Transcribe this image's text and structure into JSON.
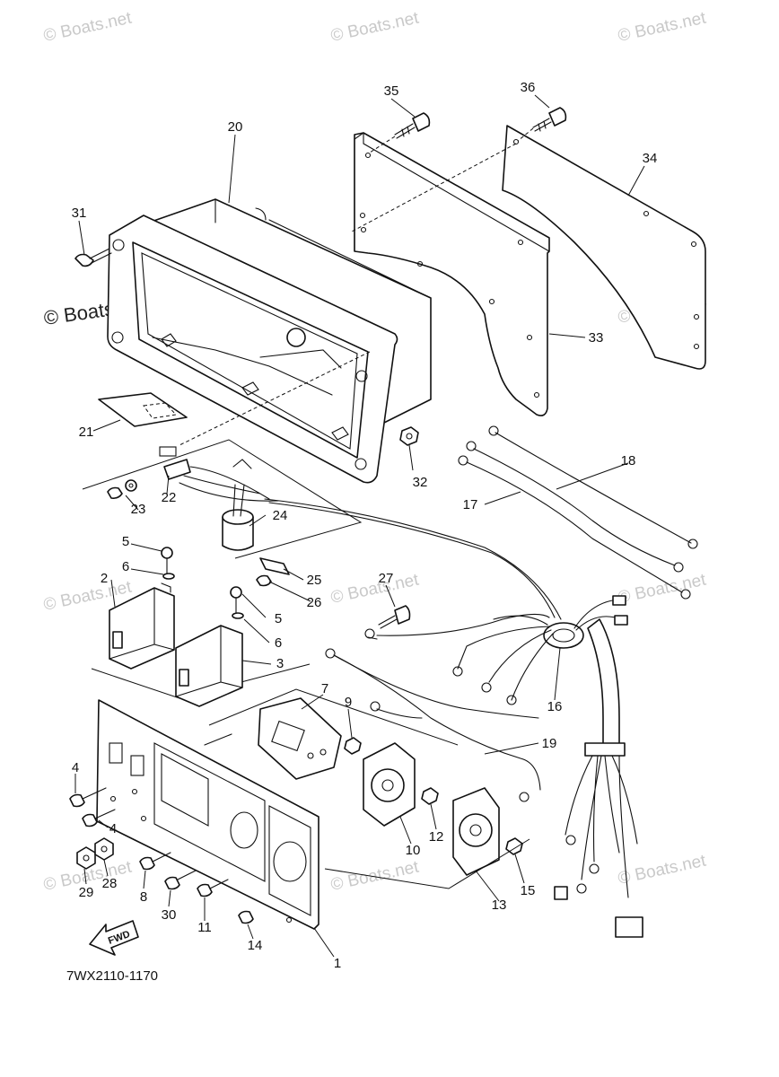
{
  "watermark": {
    "text": "© Boats.net",
    "color": "#c9c9c9",
    "primary_color": "#222222"
  },
  "diagram_code": "7WX2110-1170",
  "fwd_label": "FWD",
  "callouts": [
    "20",
    "35",
    "36",
    "34",
    "31",
    "33",
    "21",
    "22",
    "23",
    "32",
    "24",
    "18",
    "17",
    "5",
    "6",
    "25",
    "2",
    "26",
    "27",
    "5",
    "6",
    "3",
    "16",
    "7",
    "9",
    "19",
    "4",
    "4",
    "10",
    "12",
    "13",
    "15",
    "29",
    "28",
    "8",
    "30",
    "11",
    "14",
    "1"
  ]
}
